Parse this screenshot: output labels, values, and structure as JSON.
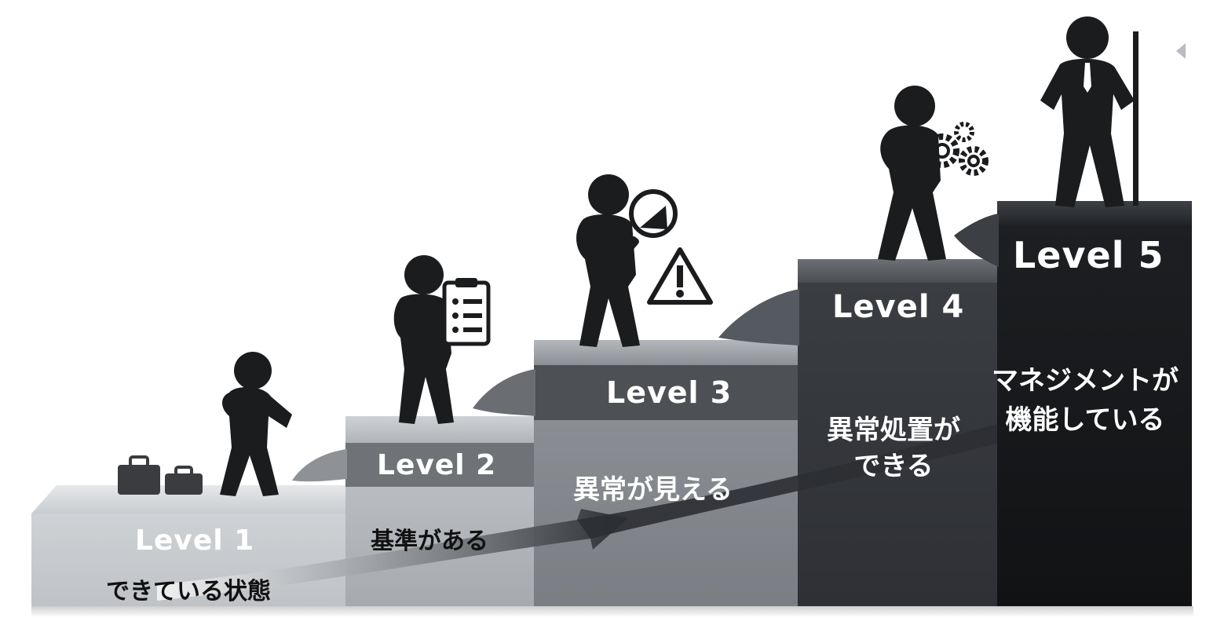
{
  "levels": [
    {
      "label": "Level 1",
      "description": "できている状態"
    },
    {
      "label": "Level 2",
      "description": "基準がある"
    },
    {
      "label": "Level 3",
      "description": "異常が見える"
    },
    {
      "label": "Level 4",
      "description_line1": "異常処置が",
      "description_line2": "できる"
    },
    {
      "label": "Level 5",
      "description_line1": "マネジメントが",
      "description_line2": "機能している"
    }
  ],
  "colors": {
    "step1": "#c9ccd0",
    "step2": "#a7abb0",
    "step3": "#7d8187",
    "step4": "#3a3d42",
    "step5": "#17191c",
    "figure": "#1b1c1e"
  },
  "icons": [
    "briefcase-icon",
    "clipboard-icon",
    "magnifier-icon",
    "warning-icon",
    "gears-icon",
    "flag-pole-icon"
  ]
}
